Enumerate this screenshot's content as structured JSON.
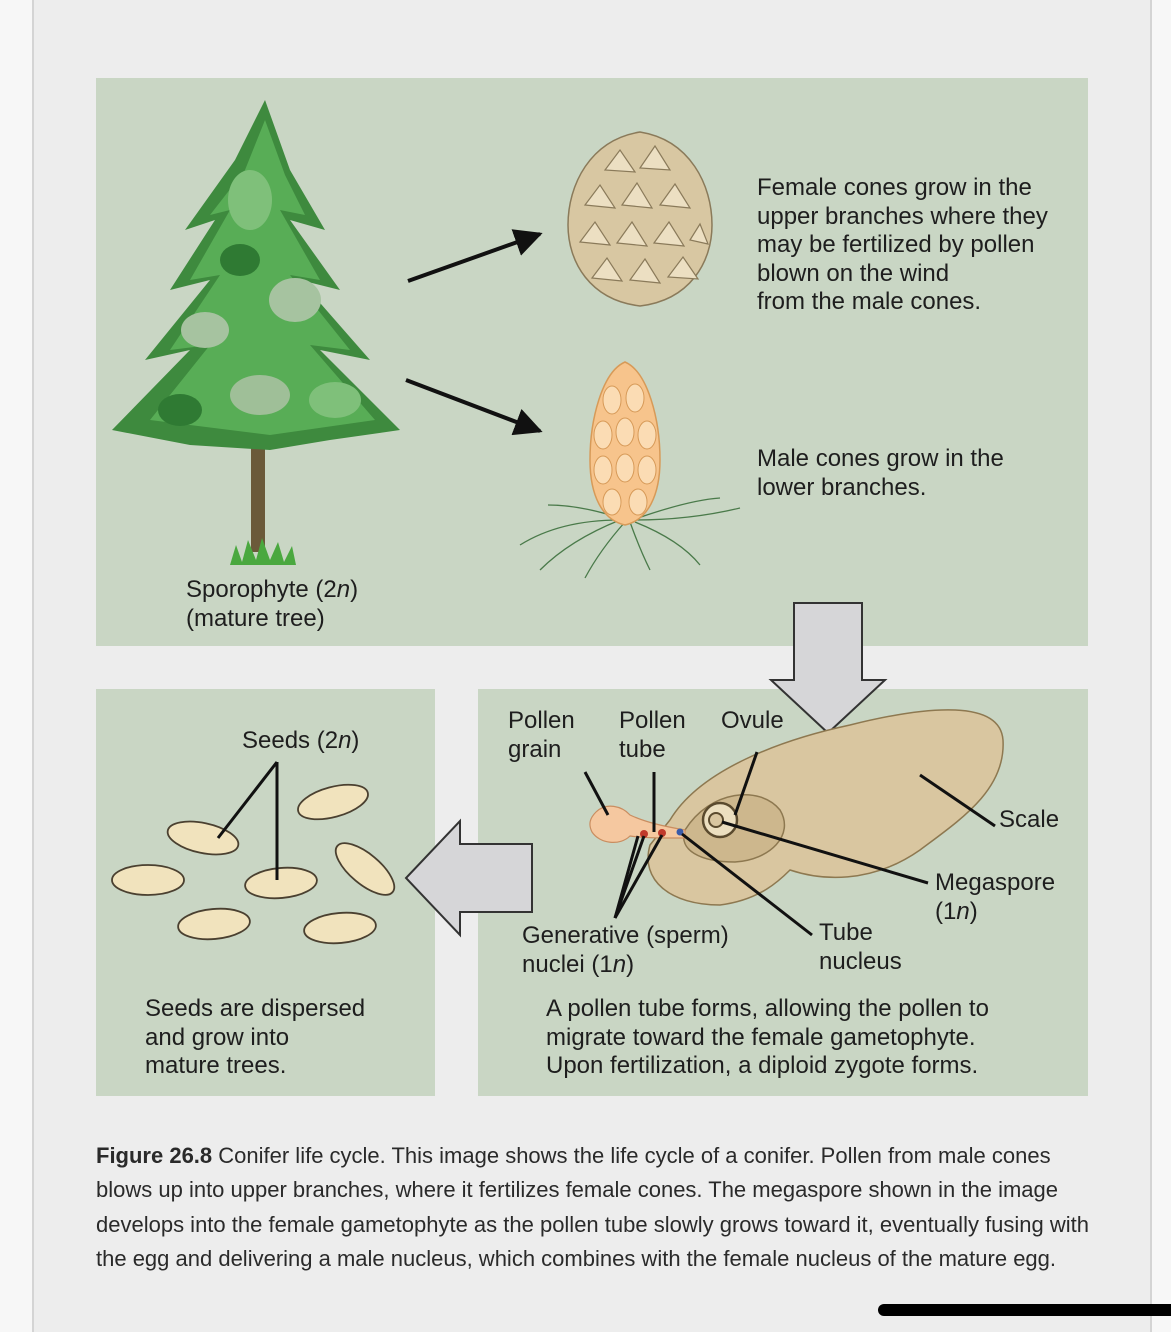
{
  "labels": {
    "female_cones": [
      "Female cones grow in the",
      "upper branches where they",
      "may be fertilized by pollen",
      "blown on the wind",
      "from the male cones."
    ],
    "male_cones": [
      "Male cones grow in the",
      "lower branches."
    ],
    "sporophyte": {
      "prefix": "Sporophyte (2",
      "italic": "n",
      "suffix": ")",
      "line2": "(mature tree)"
    },
    "seeds": {
      "prefix": "Seeds (2",
      "italic": "n",
      "suffix": ")"
    },
    "seeds_dispersed": [
      "Seeds are dispersed",
      "and grow into",
      "mature trees."
    ],
    "pollen_grain": [
      "Pollen",
      "grain"
    ],
    "pollen_tube": [
      "Pollen",
      "tube"
    ],
    "ovule": "Ovule",
    "scale": "Scale",
    "megaspore": {
      "line1": "Megaspore",
      "prefix": "(1",
      "italic": "n",
      "suffix": ")"
    },
    "tube_nucleus": [
      "Tube",
      "nucleus"
    ],
    "generative": {
      "line1": "Generative (sperm)",
      "prefix": "nuclei (1",
      "italic": "n",
      "suffix": ")"
    },
    "pollen_tube_forms": [
      "A pollen tube forms, allowing the pollen to",
      "migrate toward the female gametophyte.",
      "Upon fertilization, a diploid zygote forms."
    ]
  },
  "caption": {
    "figure_label": "Figure 26.8",
    "text": " Conifer life cycle. This image shows the life cycle of a conifer. Pollen from male cones blows up into upper branches, where it fertilizes female cones. The megaspore shown in the image develops into the female gametophyte as the pollen tube slowly grows toward it, eventually fusing with the egg and delivering a male nucleus, which combines with the female nucleus of the mature egg."
  },
  "colors": {
    "panel": "#c9d6c4",
    "page": "#ededed",
    "tree_green": "#4ea04c",
    "cone_female": "#e2d4b4",
    "cone_male": "#f6c896",
    "ovule_tan": "#dcc9a4",
    "seed": "#f0e2bc",
    "arrow_gray": "#d6d6d8"
  }
}
